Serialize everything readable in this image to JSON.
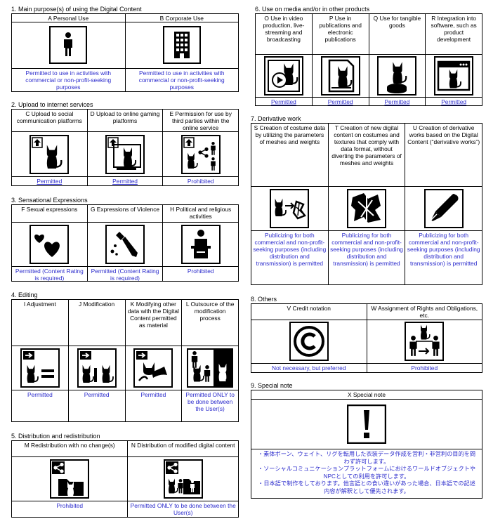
{
  "sections": {
    "s1": {
      "title": "1. Main purpose(s) of using the Digital Content",
      "items": [
        {
          "header": "A Personal Use",
          "status": "Permitted to use in activities with commercial or non-profit-seeking purposes",
          "icon": "person-icon"
        },
        {
          "header": "B  Corporate Use",
          "status": "Permitted to use in activities with commercial or non-profit-seeking purposes",
          "icon": "building-icon"
        }
      ]
    },
    "s2": {
      "title": "2. Upload to internet services",
      "items": [
        {
          "header": "C Upload to social communication platforms",
          "status": "Permitted",
          "icon": "upload-social-icon"
        },
        {
          "header": "D Upload to online gaming platforms",
          "status": "Permitted",
          "icon": "upload-gaming-icon"
        },
        {
          "header": "E Permission for use by third parties within the online service",
          "status": "Prohibited",
          "icon": "third-party-share-icon"
        }
      ]
    },
    "s3": {
      "title": "3. Sensational Expressions",
      "items": [
        {
          "header": "F Sexual expressions",
          "status": "Permitted (Content Rating is required)",
          "icon": "hearts-icon"
        },
        {
          "header": "G Expressions of Violence",
          "status": "Permitted (Content Rating is required)",
          "icon": "knife-icon"
        },
        {
          "header": "H Political and religious activities",
          "status": "Prohibited",
          "icon": "podium-icon"
        }
      ]
    },
    "s4": {
      "title": "4. Editing",
      "items": [
        {
          "header": "I Adjustment",
          "status": "Permitted",
          "icon": "adjustment-icon"
        },
        {
          "header": "J Modification",
          "status": "Permitted",
          "icon": "modification-icon"
        },
        {
          "header": "K Modifying other data with the Digital Content permitted as material",
          "status": "Permitted",
          "icon": "modify-other-data-icon"
        },
        {
          "header": "L Outsource of the modification process",
          "status": "Permitted ONLY to be done between the User(s)",
          "icon": "outsource-icon"
        }
      ]
    },
    "s5": {
      "title": "5. Distribution and redistribution",
      "items": [
        {
          "header": "M Redistribution with no change(s)",
          "status": "Prohibited",
          "icon": "redistribute-icon"
        },
        {
          "header": "N Distribution of modified digital content",
          "status": "Permitted ONLY to be done between the User(s)",
          "icon": "distribute-modified-icon"
        }
      ]
    },
    "s6": {
      "title": "6. Use on media and/or in other products",
      "items": [
        {
          "header": "O Use in video production, live-streaming and broadcasting",
          "status": "Permitted",
          "icon": "video-icon"
        },
        {
          "header": "P Use in publications and electronic publications",
          "status": "Permitted",
          "icon": "publication-icon"
        },
        {
          "header": "Q Use for tangible goods",
          "status": "Permitted",
          "icon": "figure-goods-icon"
        },
        {
          "header": "R Integration into software, such as product development",
          "status": "Permitted",
          "icon": "software-window-icon"
        }
      ]
    },
    "s7": {
      "title": "7. Derivative work",
      "items": [
        {
          "header": "S Creation of costume data by utilizing the parameters of meshes and weights",
          "status": "Publicizing for both commercial and non-profit-seeking purposes (including distribution and transmission) is permitted",
          "icon": "costume-mesh-icon"
        },
        {
          "header": "T Creation of new digital content on costumes and textures that comply with data format, without diverting the parameters of meshes and weights",
          "status": "Publicizing for both commercial and non-profit-seeking purposes (including distribution and transmission) is permitted",
          "icon": "costume-texture-icon"
        },
        {
          "header": "U Creation of derivative works based on the Digital Content (“derivative works”)",
          "status": "Publicizing for both commercial and non-profit-seeking purposes (including distribution and transmission) is permitted",
          "icon": "pen-nib-icon"
        }
      ]
    },
    "s8": {
      "title": "8. Others",
      "items": [
        {
          "header": "V Credit notation",
          "status": "Not necessary, but preferred",
          "icon": "copyright-icon"
        },
        {
          "header": "W Assignment of Rights and Obligations, etc.",
          "status": "Prohibited",
          "icon": "rights-assignment-icon"
        }
      ]
    },
    "s9": {
      "title": "9. Special note",
      "header": "X Special note",
      "icon": "exclamation-icon",
      "notes": [
        "・素体ボーン、ウェイト、リグを転用した衣装データ作成を営利・非営利の目的を問わず許可します。",
        "・ソーシャルコミュニケーションプラットフォームにおけるワールドオブジェクトやNPCとしての利用を許可します。",
        "・日本語で制作をしております。他言語との食い違いがあった場合、日本語での記述内容が解釈として優先されます。"
      ]
    }
  },
  "colors": {
    "status_text": "#2b2bcc",
    "border": "#000000"
  }
}
